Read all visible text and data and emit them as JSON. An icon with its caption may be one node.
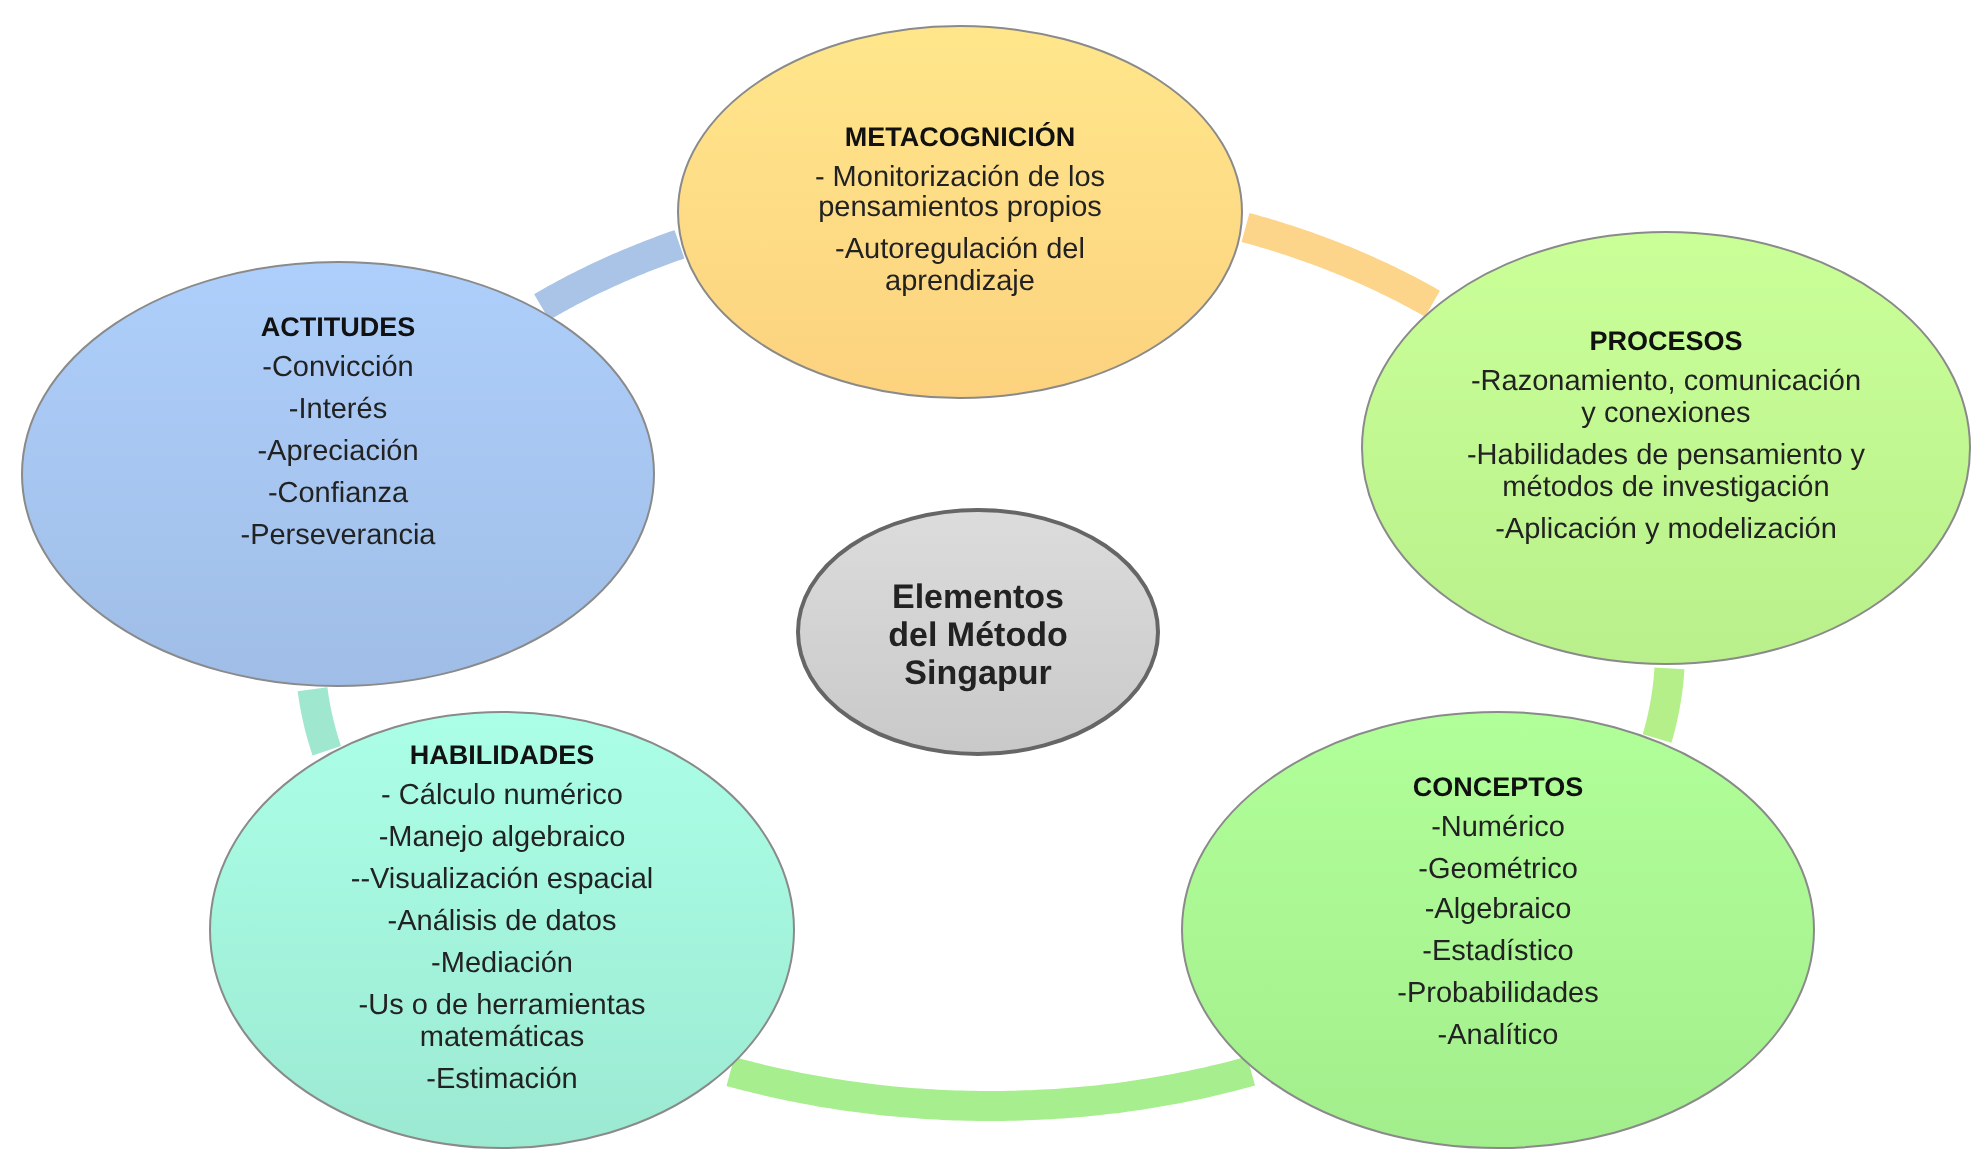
{
  "diagram": {
    "nodes": [
      {
        "text": [
          "METACOGNICIÓN",
          "- Monitorización de los pensamientos propios",
          "-Autoregulación del aprendizaje"
        ]
      },
      {
        "text": [
          "ACTITUDES",
          "-Convicción",
          "-Interés",
          "-Apreciación",
          "-Confianza",
          "-Perseverancia"
        ]
      },
      {
        "text": [
          "PROCESOS",
          "-Razonamiento, comunicación y conexiones",
          "-Habilidades de pensamiento y métodos de investigación",
          "-Aplicación y modelización"
        ]
      },
      {
        "text": [
          "Elementos del Método Singapur"
        ]
      },
      {
        "text": [
          "HABILIDADES",
          "- Cálculo numérico",
          "-Manejo algebraico",
          "--Visualización espacial",
          "-Análisis de datos",
          "-Mediación",
          "-Us o de herramientas matemáticas",
          "-Estimación"
        ]
      },
      {
        "text": [
          "CONCEPTOS",
          "-Numérico",
          "-Geométrico",
          "-Algebraico",
          "-Estadístico",
          "-Probabilidades",
          "-Analítico"
        ]
      }
    ],
    "edges": [
      {
        "from": 1,
        "to": 0,
        "arrow": "none",
        "color": "#a9c4e6"
      },
      {
        "from": 0,
        "to": 2,
        "arrow": "none",
        "color": "#fdd58a"
      },
      {
        "from": 2,
        "to": 5,
        "arrow": "none",
        "color": "#b5ef8a"
      },
      {
        "from": 5,
        "to": 4,
        "arrow": "none",
        "color": "#a6ee8e"
      },
      {
        "from": 4,
        "to": 1,
        "arrow": "none",
        "color": "#9fe8cf"
      }
    ]
  }
}
